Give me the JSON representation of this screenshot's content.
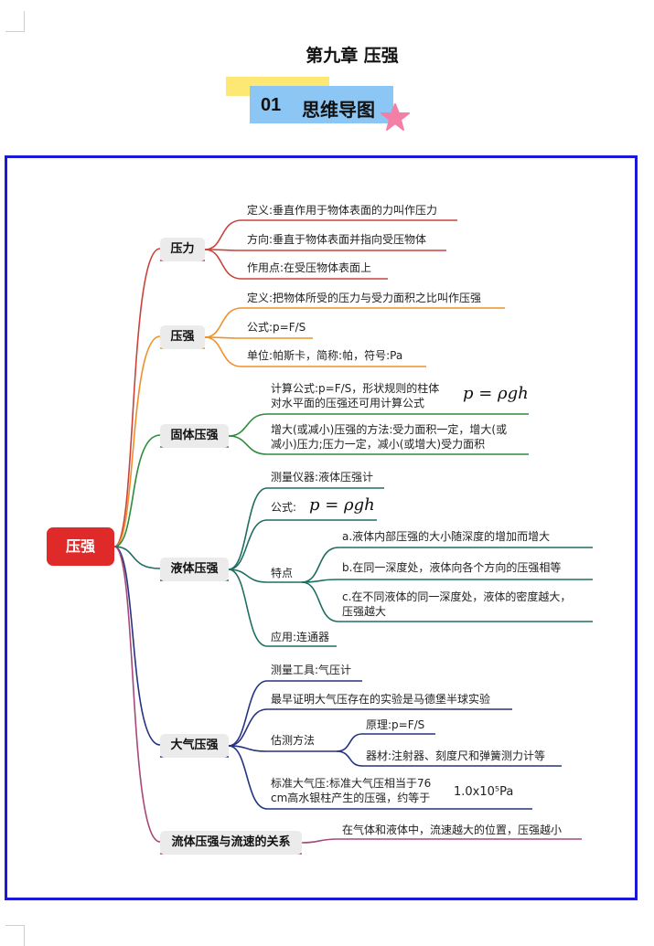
{
  "header": {
    "title": "第九章 压强",
    "subtitle_num": "01",
    "subtitle_text": "思维导图"
  },
  "colors": {
    "frame": "#1a1ad6",
    "root": "#e02a2a",
    "pressure_force": "#c9433c",
    "pressure": "#f0902a",
    "solid": "#2f8a3c",
    "liquid": "#1f6e62",
    "atmos": "#26347f",
    "fluid": "#a7487a"
  },
  "root": "压强",
  "branches": {
    "force": {
      "label": "压力",
      "items": [
        "定义:垂直作用于物体表面的力叫作压力",
        "方向:垂直于物体表面并指向受压物体",
        "作用点:在受压物体表面上"
      ]
    },
    "pressure": {
      "label": "压强",
      "items": [
        "定义:把物体所受的压力与受力面积之比叫作压强",
        "公式:p=F/S",
        "单位:帕斯卡，简称:帕，符号:Pa"
      ]
    },
    "solid": {
      "label": "固体压强",
      "calc_line1": "计算公式:p=F/S，形状规则的柱体",
      "calc_line2": "对水平面的压强还可用计算公式",
      "formula": "p = ρgh",
      "method_line1": "增大(或减小)压强的方法:受力面积一定，增大(或",
      "method_line2": "减小)压力;压力一定，减小(或增大)受力面积"
    },
    "liquid": {
      "label": "液体压强",
      "instrument": "测量仪器:液体压强计",
      "formula_label": "公式:",
      "formula": "p = ρgh",
      "features_label": "特点",
      "feature_a": "a.液体内部压强的大小随深度的增加而增大",
      "feature_b": "b.在同一深度处，液体向各个方向的压强相等",
      "feature_c1": "c.在不同液体的同一深度处，液体的密度越大，",
      "feature_c2": "压强越大",
      "application": "应用:连通器"
    },
    "atmos": {
      "label": "大气压强",
      "tool": "测量工具:气压计",
      "experiment": "最早证明大气压存在的实验是马德堡半球实验",
      "estimate_label": "估测方法",
      "principle": "原理:p=F/S",
      "equipment": "器材:注射器、刻度尺和弹簧测力计等",
      "standard_line1": "标准大气压:标准大气压相当于76",
      "standard_line2": "cm高水银柱产生的压强，约等于",
      "standard_value": "1.0x10⁵Pa"
    },
    "fluid": {
      "label": "流体压强与流速的关系",
      "item": "在气体和液体中，流速越大的位置，压强越小"
    }
  }
}
